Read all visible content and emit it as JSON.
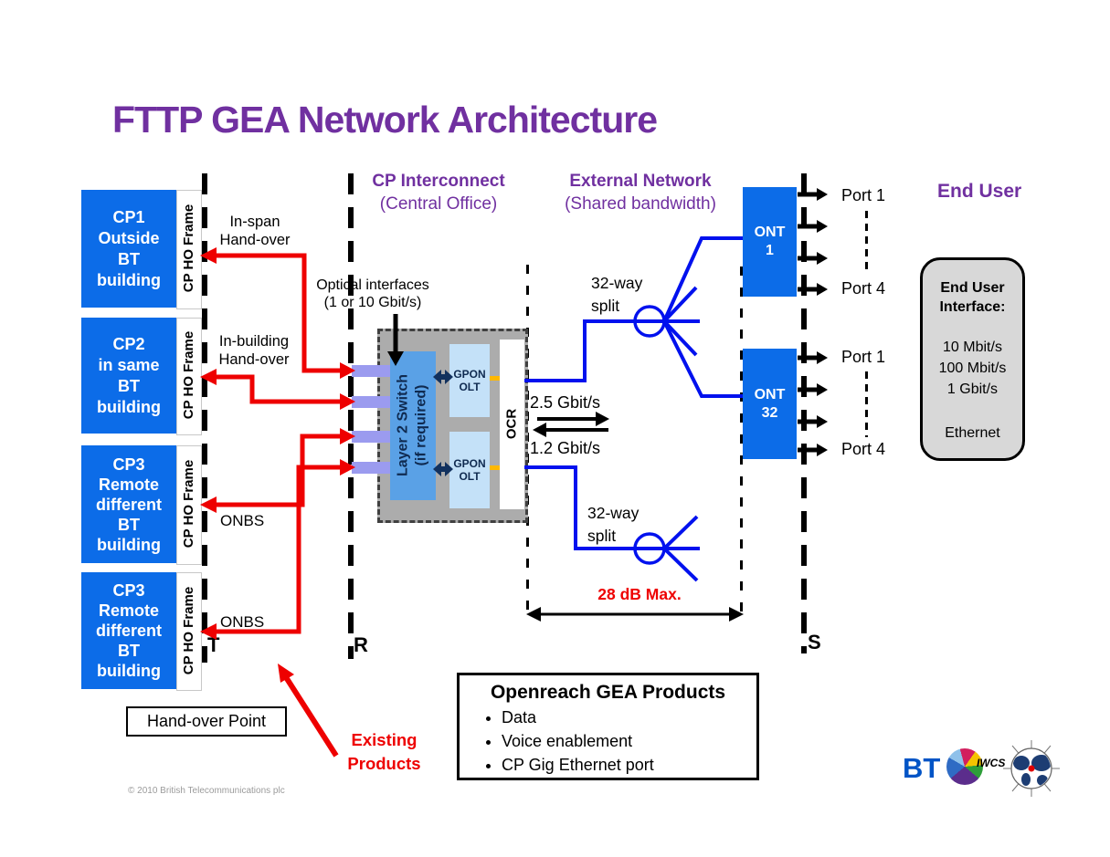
{
  "title": "FTTP GEA Network Architecture",
  "headers": {
    "cp_interconnect": "CP Interconnect",
    "cp_interconnect_sub": "(Central Office)",
    "external_network": "External Network",
    "external_network_sub": "(Shared bandwidth)",
    "end_user": "End User"
  },
  "cp_boxes": [
    {
      "label": "CP1\nOutside\nBT\nbuilding",
      "frame_label": "CP HO Frame"
    },
    {
      "label": "CP2\nin same\nBT\nbuilding",
      "frame_label": "CP HO Frame"
    },
    {
      "label": "CP3\nRemote\ndifferent\nBT\nbuilding",
      "frame_label": "CP HO Frame"
    },
    {
      "label": "CP3\nRemote\ndifferent\nBT\nbuilding",
      "frame_label": "CP HO Frame"
    }
  ],
  "labels": {
    "in_span": "In-span\nHand-over",
    "in_building": "In-building\nHand-over",
    "onbs_upper": "ONBS",
    "onbs_lower": "ONBS",
    "optical": "Optical interfaces\n(1 or 10 Gbit/s)",
    "t": "T",
    "r": "R",
    "s": "S",
    "split_upper": "32-way\nsplit",
    "split_lower": "32-way\nsplit",
    "rate_down": "2.5 Gbit/s",
    "rate_up": "1.2 Gbit/s",
    "max_loss": "28 dB Max.",
    "hand_over_point": "Hand-over Point",
    "existing_products": "Existing\nProducts"
  },
  "central": {
    "layer2_switch": "Layer 2 Switch\n(if required)",
    "gpon_olt_1": "GPON\nOLT",
    "gpon_olt_2": "GPON\nOLT",
    "ocr": "OCR"
  },
  "onts": [
    {
      "name": "ONT\n1",
      "port_first": "Port 1",
      "port_last": "Port 4"
    },
    {
      "name": "ONT\n32",
      "port_first": "Port 1",
      "port_last": "Port 4"
    }
  ],
  "end_user_box": {
    "title": "End User\nInterface:",
    "speeds": "10 Mbit/s\n100 Mbit/s\n1 Gbit/s",
    "footer": "Ethernet"
  },
  "openreach": {
    "title": "Openreach GEA Products",
    "items": [
      "Data",
      "Voice enablement",
      "CP Gig Ethernet port"
    ]
  },
  "footer": {
    "copyright": "© 2010 British Telecommunications plc",
    "bt": "BT",
    "iwcs": "IWCS"
  },
  "colors": {
    "heading_purple": "#7030A0",
    "box_blue": "#0C6CE8",
    "switch_blue": "#5AA1E6",
    "gpon_blue": "#C4E1F8",
    "navy": "#12315E",
    "fiber_blue": "#0011EE",
    "red": "#EE0000",
    "bar_purple": "#9B9BEF",
    "gray_box": "#ACACAC",
    "olt_link_yellow": "#FFB800"
  }
}
